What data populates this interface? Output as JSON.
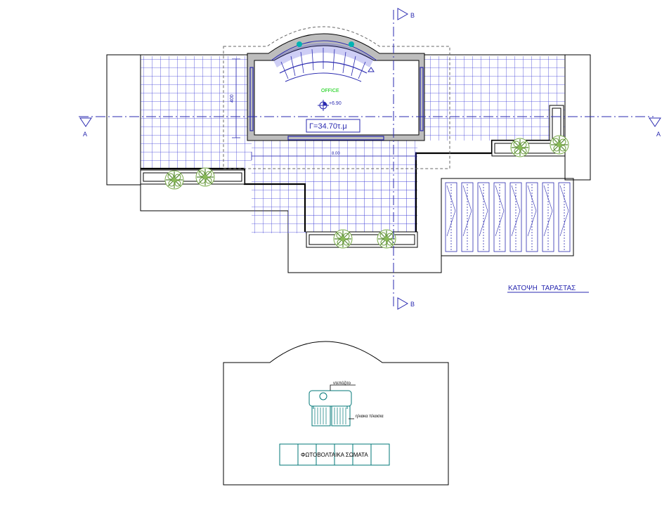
{
  "section_markers": {
    "a_left": "A",
    "a_right": "A",
    "b_top": "B",
    "b_bottom": "B"
  },
  "office": {
    "label": "OFFICE",
    "level": "+6.90",
    "area": "Γ=34.70τ.μ"
  },
  "dimensions": {
    "vertical": "400",
    "horizontal": "8.00"
  },
  "plan_title": "ΚΑΤΟΨΗ  ΤΑΡΑΣΤΑΣ",
  "roof_detail": {
    "tank_label": "ντεπόζιτο",
    "panel_label": "ηλιακα πλαισια",
    "pv_label": "ΦΩΤΟΒΟΛΤΑΙΚΑ ΣΩΜΑΤΑ"
  },
  "colors": {
    "grid": "#3a3ad6",
    "line": "#000000",
    "office_text": "#00cc00",
    "accent": "#00b3b3",
    "plant": "#66aa33"
  }
}
